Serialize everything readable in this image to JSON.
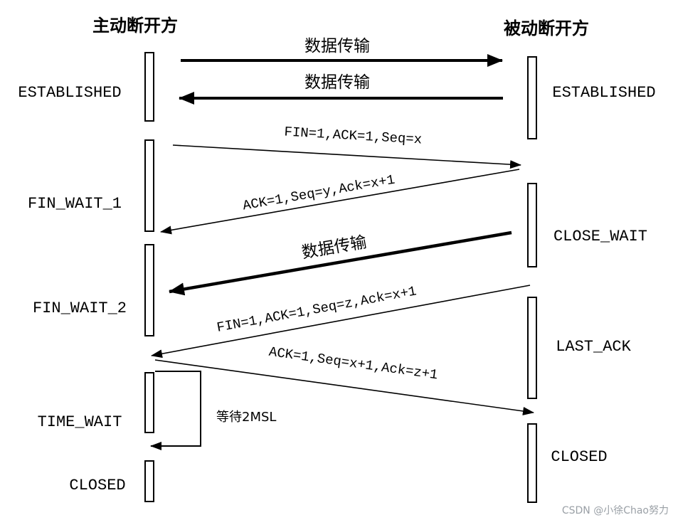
{
  "headers": {
    "active": "主动断开方",
    "passive": "被动断开方"
  },
  "left_states": [
    "ESTABLISHED",
    "FIN_WAIT_1",
    "FIN_WAIT_2",
    "TIME_WAIT",
    "CLOSED"
  ],
  "right_states": [
    "ESTABLISHED",
    "CLOSE_WAIT",
    "LAST_ACK",
    "CLOSED"
  ],
  "messages": {
    "data_1": "数据传输",
    "data_2": "数据传输",
    "fin_1": "FIN=1,ACK=1,Seq=x",
    "ack_1": "ACK=1,Seq=y,Ack=x+1",
    "data_3": "数据传输",
    "fin_2": "FIN=1,ACK=1,Seq=z,Ack=x+1",
    "ack_2": "ACK=1,Seq=x+1,Ack=z+1",
    "wait": "等待2MSL"
  },
  "watermark": "CSDN @小徐Chao努力",
  "colors": {
    "line": "#000000",
    "watermark": "#9aa0a6",
    "background": "#ffffff"
  }
}
